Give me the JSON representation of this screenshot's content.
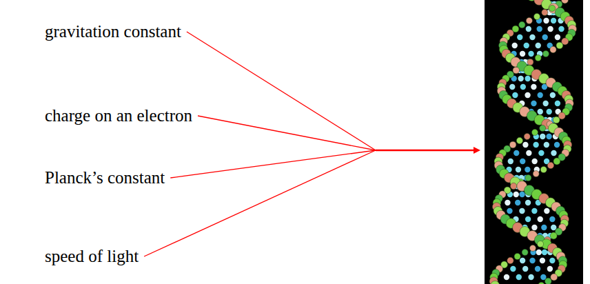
{
  "diagram": {
    "labels": [
      "gravitation constant",
      "charge on an electron",
      "Planck’s constant",
      "speed of light"
    ]
  }
}
